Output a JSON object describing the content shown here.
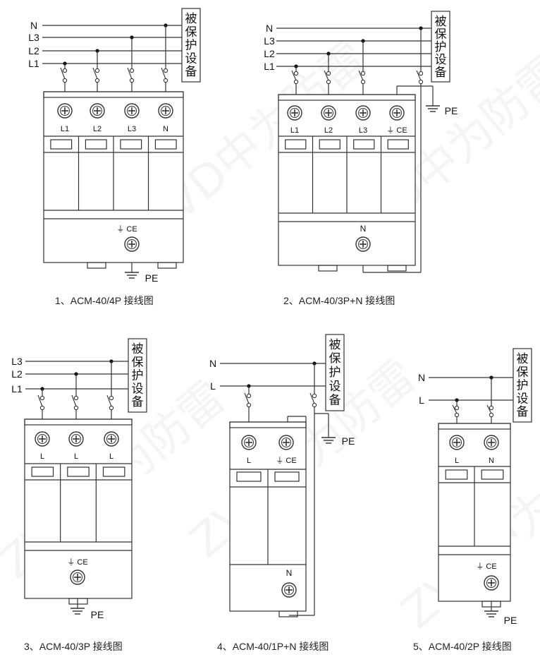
{
  "watermark": "ZVD中为防雷",
  "protected_equipment_label": [
    "被",
    "保",
    "护",
    "设",
    "备"
  ],
  "diagrams": [
    {
      "caption": "1、ACM-40/4P 接线图",
      "lines": [
        "N",
        "L3",
        "L2",
        "L1"
      ],
      "terminals": [
        "L1",
        "L2",
        "L3",
        "N"
      ],
      "bottom_mark": "⏚ CE",
      "pe": "PE"
    },
    {
      "caption": "2、ACM-40/3P+N 接线图",
      "lines": [
        "N",
        "L3",
        "L2",
        "L1"
      ],
      "terminals": [
        "L1",
        "L2",
        "L3",
        "⏚ CE"
      ],
      "bottom_terminal": "N",
      "pe": "PE"
    },
    {
      "caption": "3、ACM-40/3P 接线图",
      "lines": [
        "L3",
        "L2",
        "L1"
      ],
      "terminals": [
        "L",
        "L",
        "L"
      ],
      "bottom_mark": "⏚ CE",
      "pe": "PE"
    },
    {
      "caption": "4、ACM-40/1P+N 接线图",
      "lines": [
        "N",
        "L"
      ],
      "terminals": [
        "L",
        "⏚ CE"
      ],
      "bottom_terminal": "N",
      "pe": "PE"
    },
    {
      "caption": "5、ACM-40/2P 接线图",
      "lines": [
        "N",
        "L"
      ],
      "terminals": [
        "L",
        "N"
      ],
      "bottom_mark": "⏚ CE",
      "pe": "PE"
    }
  ]
}
